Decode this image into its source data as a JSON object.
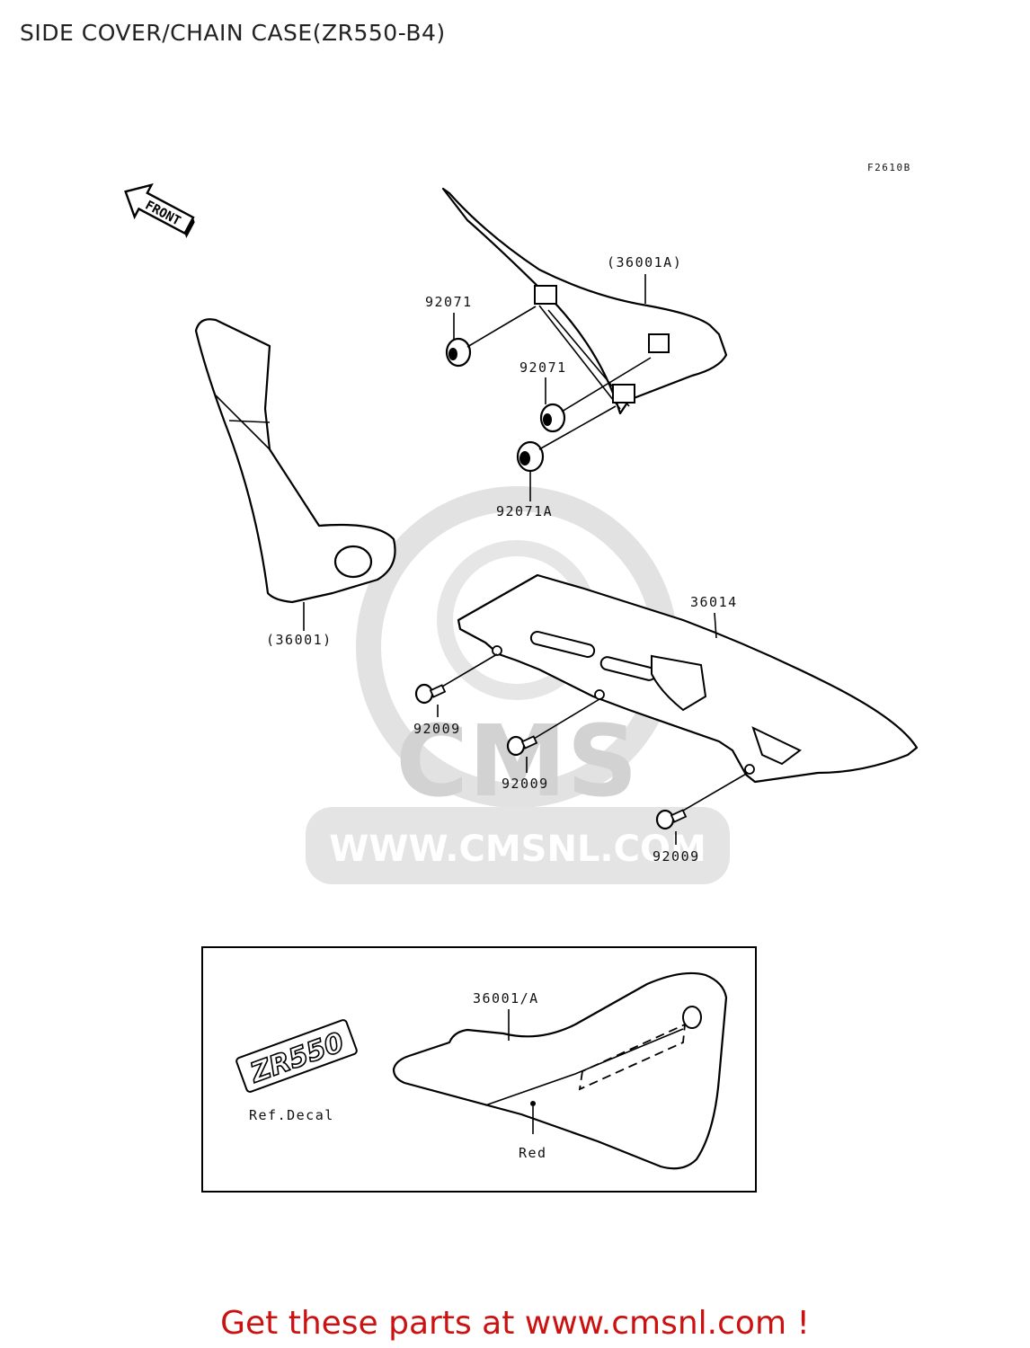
{
  "title": "SIDE COVER/CHAIN CASE(ZR550-B4)",
  "figure_code": "F2610B",
  "front_arrow": "FRONT",
  "watermark": {
    "logo": "CMS",
    "url": "WWW.CMSNL.COM"
  },
  "labels": {
    "cover_a_ref": "(36001A)",
    "grommet_1": "92071",
    "grommet_2": "92071",
    "grommet_3": "92071A",
    "cover_ref": "(36001)",
    "chain_case": "36014",
    "screw_1": "92009",
    "screw_2": "92009",
    "screw_3": "92009"
  },
  "inset": {
    "part": "36001/A",
    "decal": "Ref.Decal",
    "decal_text": "ZR550",
    "color_note": "Red"
  },
  "footer": "Get these parts at www.cmsnl.com !"
}
